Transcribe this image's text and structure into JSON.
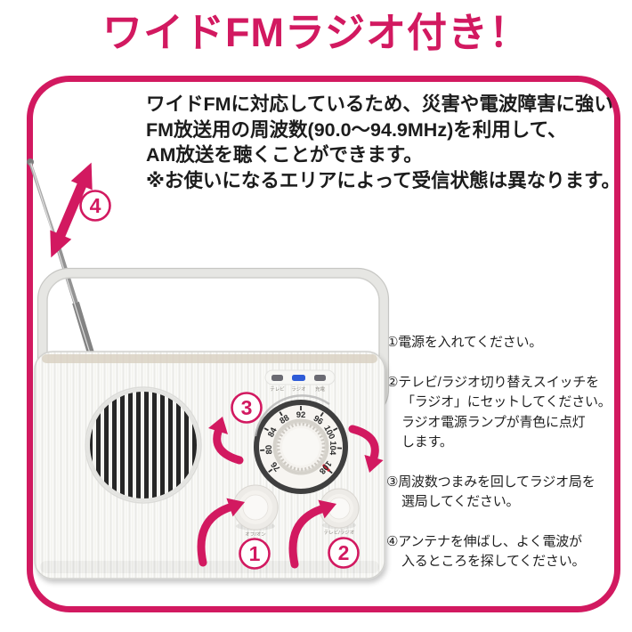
{
  "colors": {
    "accent": "#d21960",
    "led-blue": "#2e5bd7",
    "ink": "#1c1c1c"
  },
  "title": "ワイドFMラジオ付き！",
  "description": "ワイドFMに対応しているため、災害や電波障害に強い\nFM放送用の周波数(90.0〜94.9MHz)を利用して、\nAM放送を聴くことができます。\n※お使いになるエリアによって受信状態は異なります。",
  "instructions": [
    {
      "text": "①電源を入れてください。"
    },
    {
      "text": "②テレビ/ラジオ切り替えスイッチを\n「ラジオ」にセットしてください。\nラジオ電源ランプが青色に点灯\nします。"
    },
    {
      "text": "③周波数つまみを回してラジオ局を\n選局してください。"
    },
    {
      "text": "④アンテナを伸ばし、よく電波が\n入るところを探してください。"
    }
  ],
  "radio": {
    "indicator_labels": [
      "テレビ",
      "ラジオ",
      "充電"
    ],
    "dial_frequencies": [
      "76",
      "80",
      "84",
      "88",
      "92",
      "96",
      "100",
      "104",
      "108"
    ],
    "knob_labels": {
      "power": "オフ/オン",
      "mode": "テレビ/ラジオ"
    },
    "callouts": [
      "1",
      "2",
      "3",
      "4"
    ]
  }
}
